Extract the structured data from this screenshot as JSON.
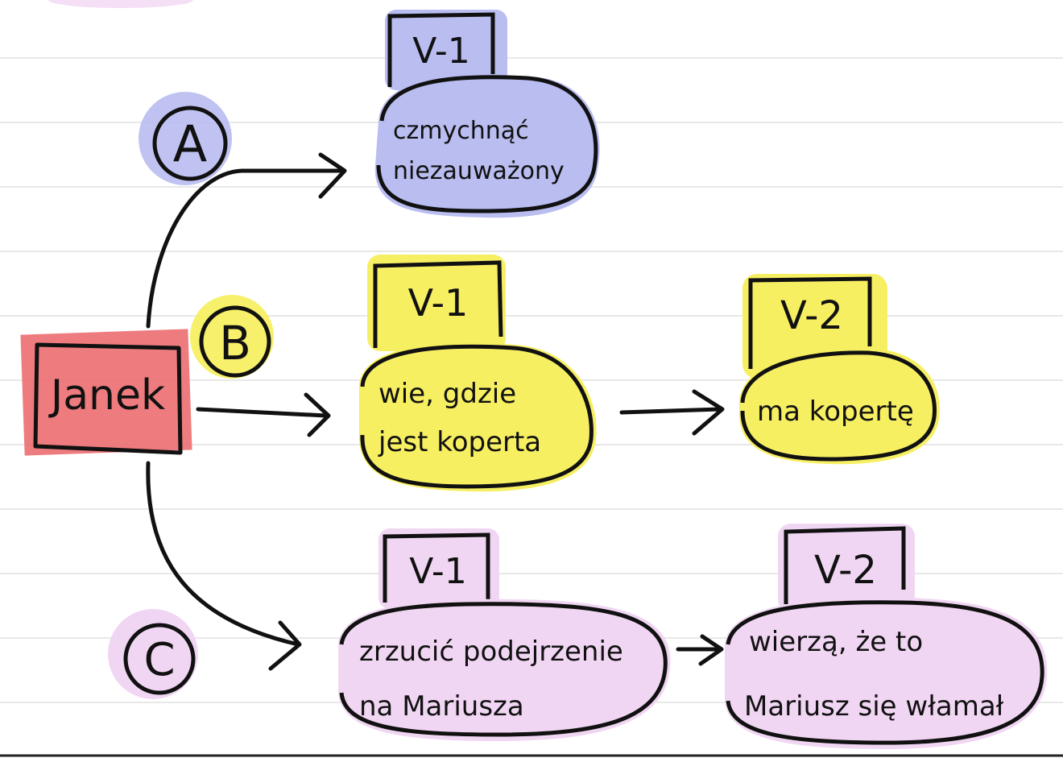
{
  "diagram": {
    "colors": {
      "paper": "#ffffff",
      "lines": "#e8e8e8",
      "ink": "#111111",
      "option_a": "#b9bdf0",
      "option_b": "#f7ef62",
      "option_c": "#f1d6f3",
      "root": "#ec6d70"
    },
    "root": {
      "label": "Janek"
    },
    "options": {
      "a": {
        "letter": "A",
        "v1": {
          "tag": "V-1",
          "text_line1": "czmychnąć",
          "text_line2": "niezauważony"
        }
      },
      "b": {
        "letter": "B",
        "v1": {
          "tag": "V-1",
          "text_line1": "wie, gdzie",
          "text_line2": "jest koperta"
        },
        "v2": {
          "tag": "V-2",
          "text_line1": "ma kopertę"
        }
      },
      "c": {
        "letter": "C",
        "v1": {
          "tag": "V-1",
          "text_line1": "zrzucić podejrzenie",
          "text_line2": "na Mariusza"
        },
        "v2": {
          "tag": "V-2",
          "text_line1": "wierzą, że to",
          "text_line2": "Mariusz się włamał"
        }
      }
    }
  }
}
